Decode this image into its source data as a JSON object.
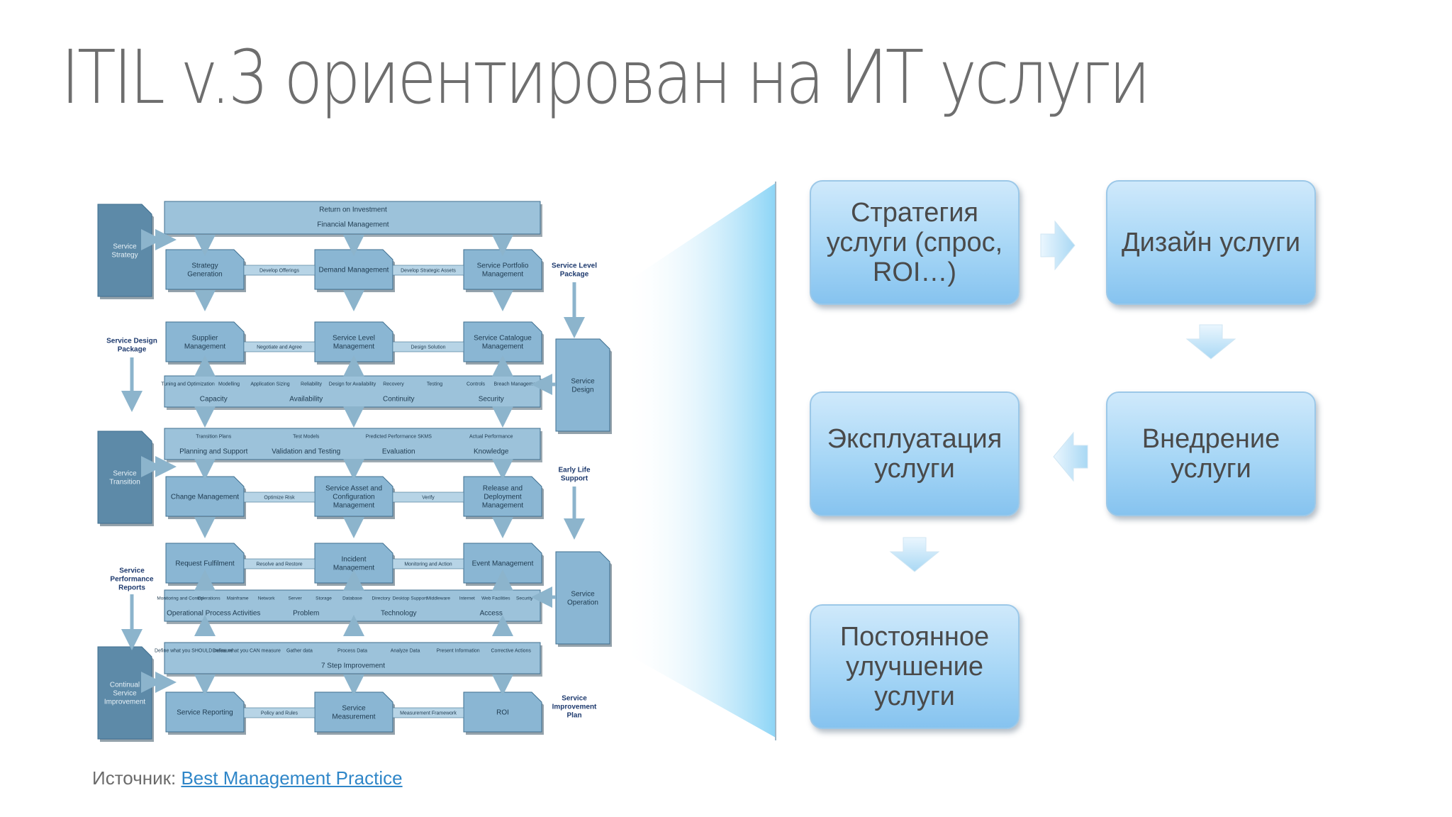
{
  "slide": {
    "title": "ITIL v.3 ориентирован на ИТ услуги",
    "source_label": "Источник:",
    "source_link": "Best Management Practice"
  },
  "itil_diagram": {
    "left_stages": [
      "Service Strategy",
      "Service Transition",
      "Continual Service Improvement"
    ],
    "right_stages": [
      "Service Design",
      "Service Operation"
    ],
    "packages": [
      "Service Level Package",
      "Service Design Package",
      "Early Life Support",
      "Service Performance Reports",
      "Service Improvement Plan"
    ],
    "strategy": {
      "bar_top": "Return on Investment",
      "bar_bottom": "Financial Management",
      "processes": [
        "Strategy Generation",
        "Demand Management",
        "Service Portfolio Management"
      ],
      "links": [
        "Develop Offerings",
        "Develop Strategic Assets"
      ]
    },
    "design": {
      "processes": [
        "Supplier Management",
        "Service Level Management",
        "Service Catalogue Management"
      ],
      "links": [
        "Negotiate and Agree",
        "Design Solution"
      ],
      "activities": [
        "Tuning and Optimization",
        "Modelling",
        "Application Sizing",
        "Reliability",
        "Design for Availability",
        "Recovery",
        "Testing",
        "Controls",
        "Breach Management"
      ],
      "areas": [
        "Capacity",
        "Availability",
        "Continuity",
        "Security"
      ]
    },
    "transition": {
      "activities": [
        "Transition Plans",
        "Test Models",
        "Predicted Performance SKMS",
        "Actual Performance"
      ],
      "areas": [
        "Planning and Support",
        "Validation and Testing",
        "Evaluation",
        "Knowledge"
      ],
      "processes": [
        "Change Management",
        "Service Asset and Configuration Management",
        "Release and Deployment Management"
      ],
      "links": [
        "Optimize Risk",
        "Verify"
      ]
    },
    "operation": {
      "processes": [
        "Request Fulfilment",
        "Incident Management",
        "Event Management"
      ],
      "links": [
        "Resolve and Restore",
        "Monitoring and Action"
      ],
      "activities": [
        "Monitoring and Control",
        "Operations",
        "Mainframe",
        "Network",
        "Server",
        "Storage",
        "Database",
        "Directory",
        "Desktop Support",
        "Middleware",
        "Internet",
        "Web Facilities",
        "Security"
      ],
      "areas": [
        "Operational Process Activities",
        "Problem",
        "Technology",
        "Access"
      ]
    },
    "improvement": {
      "steps": [
        "Define what you SHOULD measure",
        "Define what you CAN measure",
        "Gather data",
        "Process Data",
        "Analyze Data",
        "Present Information",
        "Corrective Actions"
      ],
      "bar": "7 Step Improvement",
      "processes": [
        "Service Reporting",
        "Service Measurement",
        "ROI"
      ],
      "links": [
        "Policy and Rules",
        "Measurement Framework"
      ]
    }
  },
  "flow": {
    "strategy": [
      "Стратегия",
      "услуги (спрос,",
      "ROI…)"
    ],
    "design": [
      "Дизайн услуги"
    ],
    "transition": [
      "Внедрение",
      "услуги"
    ],
    "operation": [
      "Эксплуатация",
      "услуги"
    ],
    "improvement": [
      "Постоянное",
      "улучшение",
      "услуги"
    ]
  },
  "colors": {
    "diagram_box": "#8ab6d3",
    "diagram_stage": "#5d8aa8",
    "flow_box": "#a6d6f6",
    "title": "#6e6e6e"
  }
}
